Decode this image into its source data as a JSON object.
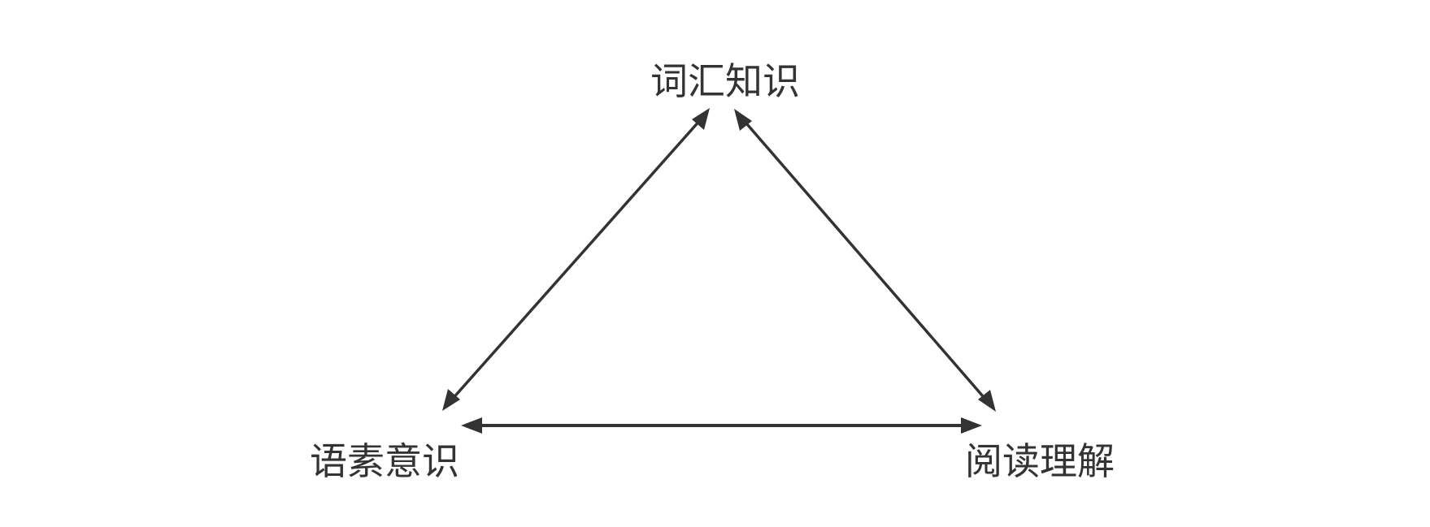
{
  "diagram": {
    "nodes": {
      "top": "词汇知识",
      "left": "语素意识",
      "right": "阅读理解"
    },
    "edges": [
      {
        "from": "top",
        "to": "left",
        "direction": "bidirectional"
      },
      {
        "from": "top",
        "to": "right",
        "direction": "bidirectional"
      },
      {
        "from": "left",
        "to": "right",
        "direction": "bidirectional"
      }
    ],
    "colors": {
      "stroke": "#333333",
      "text": "#333333",
      "background": "#ffffff"
    }
  }
}
